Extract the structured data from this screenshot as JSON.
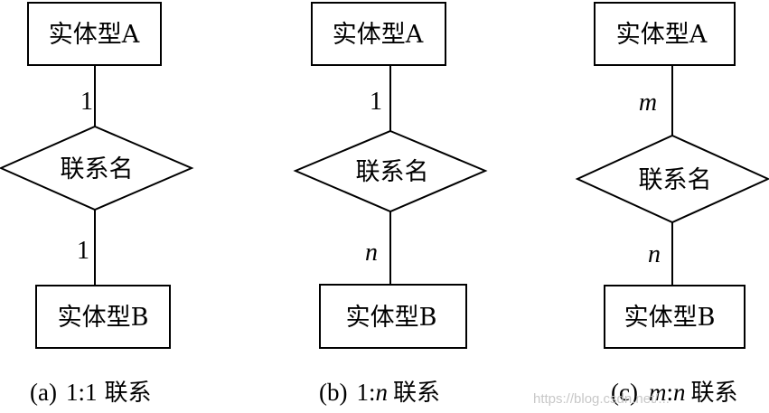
{
  "diagrams": [
    {
      "entity_a": "实体型A",
      "entity_b": "实体型B",
      "relationship": "联系名",
      "card_a": "1",
      "card_b": "1",
      "caption_label": "(a)",
      "caption_ratio": "1:1",
      "caption_word": "联系"
    },
    {
      "entity_a": "实体型A",
      "entity_b": "实体型B",
      "relationship": "联系名",
      "card_a": "1",
      "card_b": "n",
      "caption_label": "(b)",
      "caption_ratio_prefix": "1:",
      "caption_ratio_var": "n",
      "caption_word": "联系"
    },
    {
      "entity_a": "实体型A",
      "entity_b": "实体型B",
      "relationship": "联系名",
      "card_a": "m",
      "card_b": "n",
      "caption_label": "(c)",
      "caption_ratio_var1": "m",
      "caption_ratio_sep": ":",
      "caption_ratio_var2": "n",
      "caption_word": "联系"
    }
  ],
  "watermark": "https://blog.csdn.net/..."
}
